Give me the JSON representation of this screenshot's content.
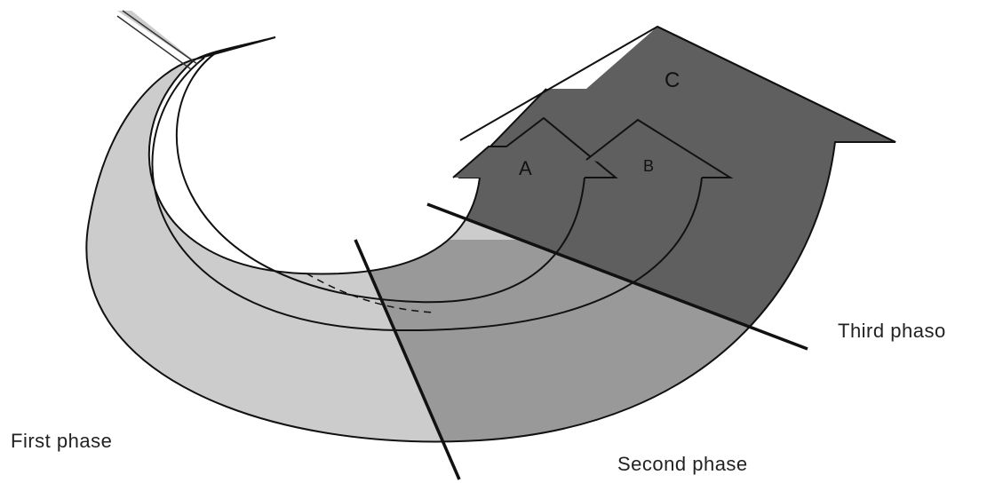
{
  "diagram": {
    "arrows": [
      {
        "letter": "A"
      },
      {
        "letter": "B"
      },
      {
        "letter": "C"
      }
    ],
    "phases": [
      {
        "label": "First phase"
      },
      {
        "label": "Second phase"
      },
      {
        "label": "Third phaso"
      }
    ]
  },
  "colors": {
    "background": "#ffffff",
    "first_phase_fill": "#cccccc",
    "second_phase_fill": "#999999",
    "third_phase_fill": "#5f5f5f",
    "outline": "#111111"
  }
}
